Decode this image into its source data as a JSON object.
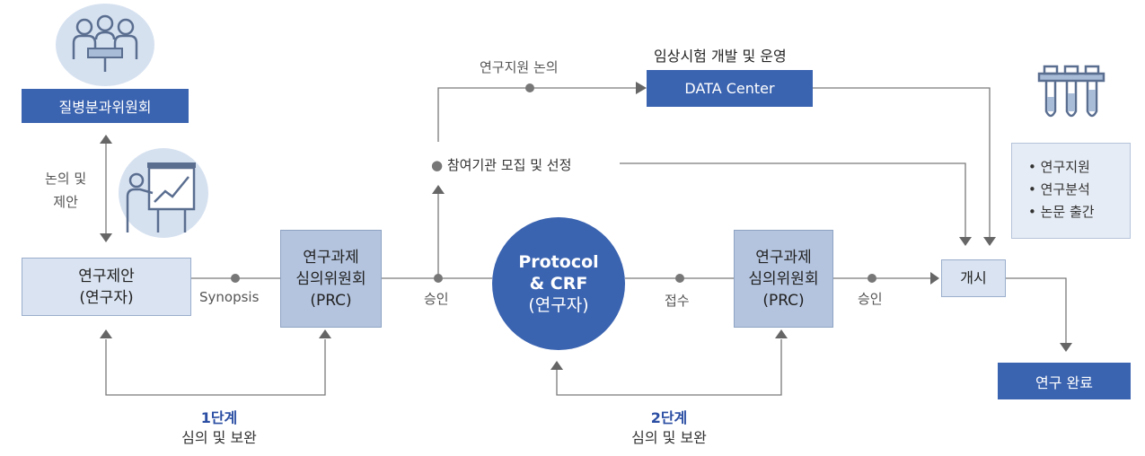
{
  "committee": {
    "label": "질병분과위원회"
  },
  "discussion": {
    "line1": "논의 및",
    "line2": "제안"
  },
  "proposal": {
    "line1": "연구제안",
    "line2": "(연구자)"
  },
  "synopsis": {
    "label": "Synopsis"
  },
  "prc1": {
    "line1": "연구과제",
    "line2": "심의위원회",
    "line3": "(PRC)"
  },
  "approve1": {
    "label": "승인"
  },
  "support_discussion": {
    "label": "연구지원 논의"
  },
  "clinical_trial": {
    "label": "임상시험 개발 및 운영"
  },
  "data_center": {
    "label": "DATA Center"
  },
  "institution": {
    "label": "참여기관 모집 및 선정"
  },
  "protocol": {
    "line1": "Protocol",
    "line2": "& CRF",
    "line3": "(연구자)"
  },
  "receipt": {
    "label": "접수"
  },
  "prc2": {
    "line1": "연구과제",
    "line2": "심의위원회",
    "line3": "(PRC)"
  },
  "approve2": {
    "label": "승인"
  },
  "start": {
    "label": "개시"
  },
  "services": {
    "items": [
      "• 연구지원",
      "• 연구분석",
      "• 논문 출간"
    ]
  },
  "complete": {
    "label": "연구 완료"
  },
  "stage1": {
    "num": "1단계",
    "desc": "심의 및 보완"
  },
  "stage2": {
    "num": "2단계",
    "desc": "심의 및 보완"
  },
  "colors": {
    "dark_blue": "#3a63b0",
    "light_blue": "#d9e3f1",
    "mid_blue": "#b4c4de",
    "line": "#777777"
  },
  "icons": [
    "meeting-icon",
    "presentation-icon",
    "test-tubes-icon"
  ]
}
